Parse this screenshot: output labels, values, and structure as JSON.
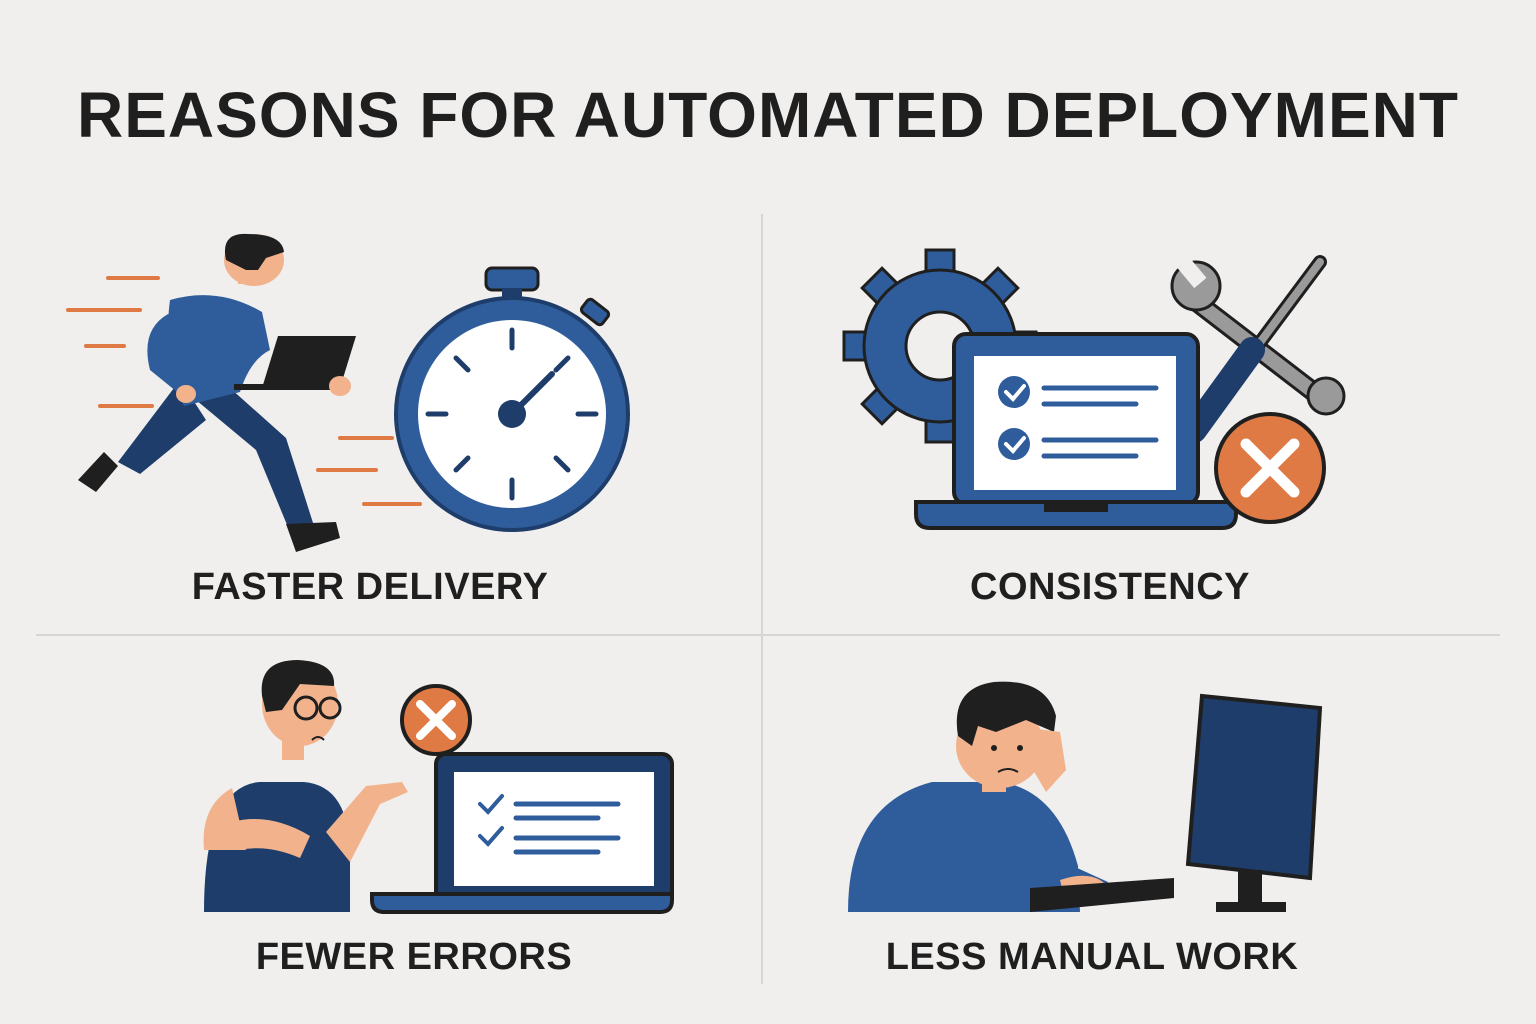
{
  "title": "REASONS FOR AUTOMATED DEPLOYMENT",
  "colors": {
    "blue": "#2f5d9c",
    "navy": "#1e3d6b",
    "orange": "#e07a45",
    "skin": "#f2b28c",
    "dark": "#1f1f1f",
    "background": "#f0efed"
  },
  "panels": [
    {
      "caption": "FASTER DELIVERY",
      "icons": [
        "running-person-icon",
        "stopwatch-icon"
      ]
    },
    {
      "caption": "CONSISTENCY",
      "icons": [
        "gear-icon",
        "laptop-checklist-icon",
        "wrench-icon",
        "screwdriver-icon",
        "error-badge-icon"
      ]
    },
    {
      "caption": "FEWER ERRORS",
      "icons": [
        "confused-person-icon",
        "error-badge-icon",
        "laptop-checklist-icon"
      ]
    },
    {
      "caption": "LESS MANUAL WORK",
      "icons": [
        "tired-person-icon",
        "keyboard-icon",
        "monitor-icon"
      ]
    }
  ]
}
